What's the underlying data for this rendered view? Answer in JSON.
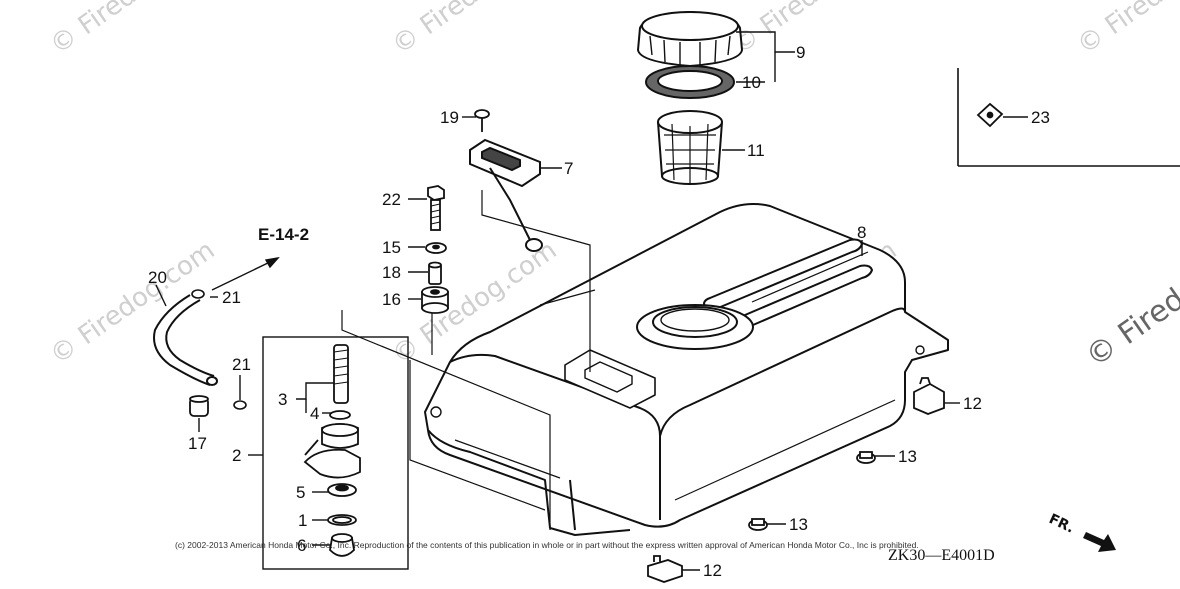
{
  "diagram": {
    "part_numbers": {
      "p1": "1",
      "p2": "2",
      "p3": "3",
      "p4": "4",
      "p5": "5",
      "p6": "6",
      "p7": "7",
      "p8": "8",
      "p9": "9",
      "p10": "10",
      "p11": "11",
      "p12a": "12",
      "p12b": "12",
      "p13a": "13",
      "p13b": "13",
      "p15": "15",
      "p16": "16",
      "p17": "17",
      "p18": "18",
      "p19": "19",
      "p20": "20",
      "p21a": "21",
      "p21b": "21",
      "p22": "22",
      "p23": "23"
    },
    "reference": "E-14-2",
    "diagram_code": "ZK30—E4001D",
    "direction_label": "FR.",
    "copyright": "(c) 2002-2013 American Honda Motor Co., Inc. Reproduction of the contents of this publication in whole or in part without the express written approval of American Honda Motor Co., Inc is prohibited.",
    "watermark": "© Firedog.com",
    "watermark_edge": "© Firedog"
  }
}
